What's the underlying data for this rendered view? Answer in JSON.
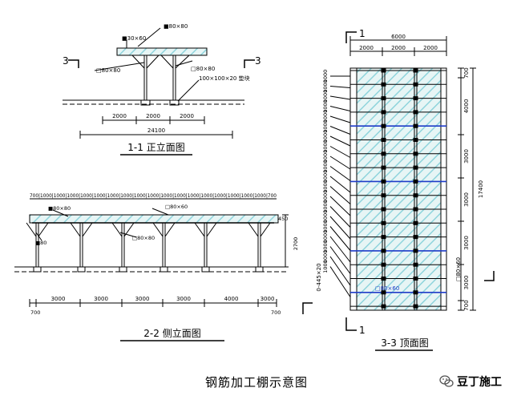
{
  "caption": "钢筋加工棚示意图",
  "brand": {
    "name": "豆丁施工",
    "icon": "wechat-icon"
  },
  "colors": {
    "line": "#000000",
    "hatch": "#8fd4dc",
    "roof_fill": "#e7f5f5",
    "accent_blue": "#1e3cc8"
  },
  "view_1_1": {
    "title": "1-1 正立面图",
    "spans": [
      "2000",
      "2000",
      "2000"
    ],
    "total": "24100",
    "notes": [
      "■80×80",
      "■30×60",
      "□80×80",
      "□80×80",
      "100×100×20 垫块"
    ],
    "section_marks": [
      "3",
      "3"
    ]
  },
  "view_2_2": {
    "title": "2-2 侧立面图",
    "spans": [
      "3000",
      "3000",
      "3000",
      "3000",
      "4000",
      "3000"
    ],
    "edge_left": "700",
    "edge_right": "700",
    "top_row": "700|1000|1000|1000|1000|1000|1000|1000|1000|1000|1000|1000|1000|1000|1000|1000|1000|1000|700",
    "height_right": "2700",
    "height_small": "450",
    "notes": [
      "■80×80",
      "□80×60",
      "□80×80",
      "■80"
    ]
  },
  "view_3_3": {
    "title": "3-3 顶面图",
    "top_total": "6000",
    "top_spans": [
      "2000",
      "2000",
      "2000"
    ],
    "right_spans": [
      "700",
      "4000",
      "3000",
      "3000",
      "3000",
      "3000",
      "700"
    ],
    "right_total": "17400",
    "left_repeat": "1000",
    "left_notes": [
      "0-445×20",
      "□80×60",
      "□80×60"
    ],
    "section_marks": [
      "1",
      "1"
    ]
  }
}
